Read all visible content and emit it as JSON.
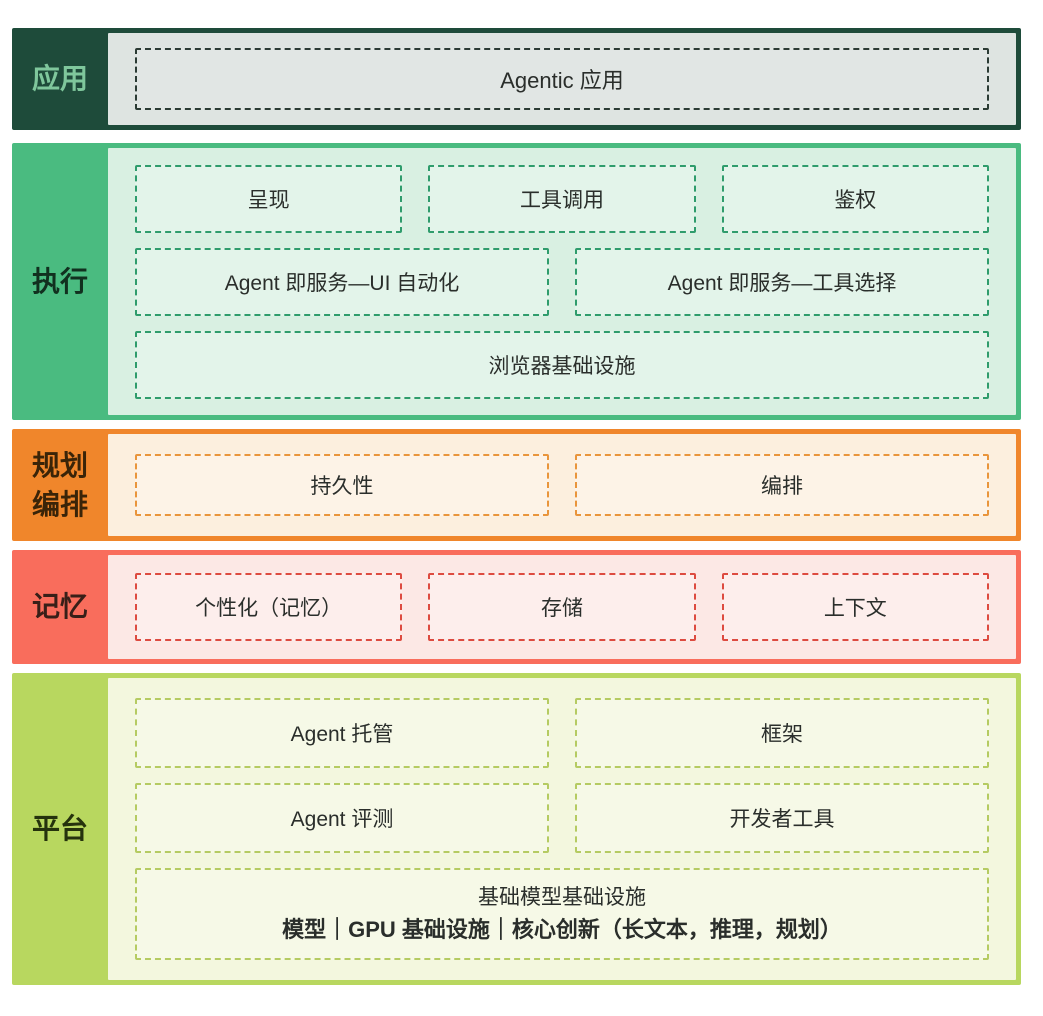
{
  "sections": [
    {
      "label": "应用",
      "rows": [
        {
          "cells": [
            {
              "label": "Agentic 应用"
            }
          ]
        }
      ]
    },
    {
      "label": "执行",
      "rows": [
        {
          "cells": [
            {
              "label": "呈现"
            },
            {
              "label": "工具调用"
            },
            {
              "label": "鉴权"
            }
          ]
        },
        {
          "cells": [
            {
              "label": "Agent 即服务—UI 自动化"
            },
            {
              "label": "Agent 即服务—工具选择"
            }
          ]
        },
        {
          "cells": [
            {
              "label": "浏览器基础设施"
            }
          ]
        }
      ]
    },
    {
      "label": "规划编排",
      "rows": [
        {
          "cells": [
            {
              "label": "持久性"
            },
            {
              "label": "编排"
            }
          ]
        }
      ]
    },
    {
      "label": "记忆",
      "rows": [
        {
          "cells": [
            {
              "label": "个性化（记忆）"
            },
            {
              "label": "存储"
            },
            {
              "label": "上下文"
            }
          ]
        }
      ]
    },
    {
      "label": "平台",
      "rows": [
        {
          "cells": [
            {
              "label": "Agent 托管"
            },
            {
              "label": "框架"
            }
          ]
        },
        {
          "cells": [
            {
              "label": "Agent 评测"
            },
            {
              "label": "开发者工具"
            }
          ]
        },
        {
          "cells": [
            {
              "title": "基础模型基础设施",
              "subtitle": "模型｜GPU 基础设施｜核心创新（长文本，推理，规划）"
            }
          ]
        }
      ]
    }
  ],
  "colors": {
    "application": {
      "bg": "#1E4B3A",
      "label_text": "#7FC79C",
      "panel": "#DEE4E1",
      "box_border": "#2B3B34"
    },
    "execution": {
      "bg": "#4ABB80",
      "label_text": "#11301F",
      "panel": "#D9F0E2",
      "box_border": "#2F9C6C"
    },
    "planning_orchestration": {
      "bg": "#F0862B",
      "label_text": "#3A2408",
      "panel": "#FCEFDE",
      "box_border": "#E9953C"
    },
    "memory": {
      "bg": "#F96D5C",
      "label_text": "#381F18",
      "panel": "#FCE8E5",
      "box_border": "#DD4B40"
    },
    "platform": {
      "bg": "#B8D75F",
      "label_text": "#25320D",
      "panel": "#F3F7DE",
      "box_border": "#B5CB62"
    }
  }
}
